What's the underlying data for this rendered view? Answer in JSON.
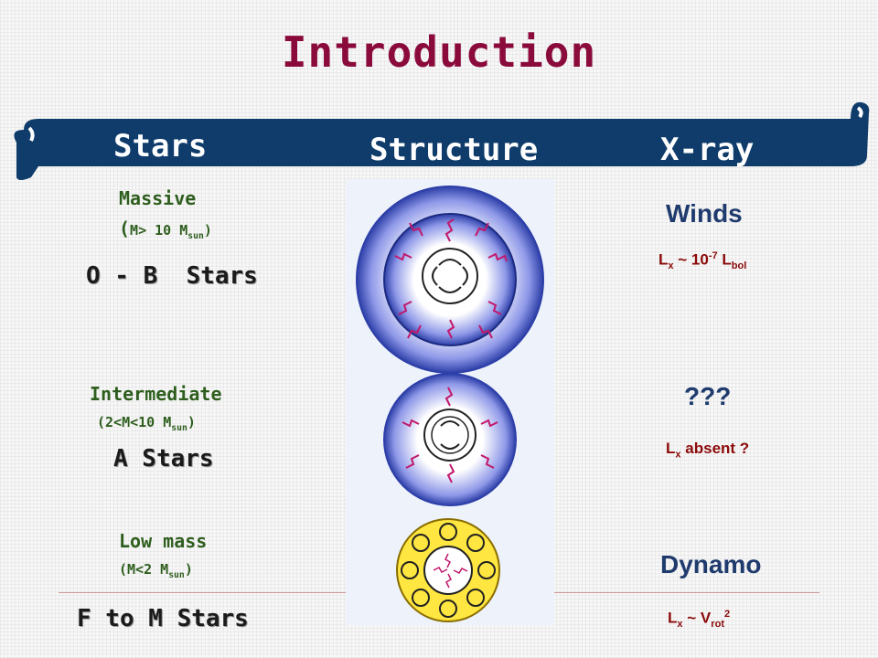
{
  "slide": {
    "title": "Introduction",
    "header": {
      "stars": "Stars",
      "structure": "Structure",
      "xray": "X-ray"
    },
    "rows": [
      {
        "mass_label": "Massive",
        "mass_open": "(",
        "mass_range": "M> 10 M",
        "mass_sub": "sun",
        "mass_close": ")",
        "star_class": "O - B  Stars",
        "xray_name": "Winds",
        "xray_lx": "L",
        "xray_lx_sub": "x",
        "xray_rel": " ~ 10",
        "xray_sup": "-7",
        "xray_tail": " L",
        "xray_tail_sub": "bol"
      },
      {
        "mass_label": "Intermediate",
        "mass_range": "(2<M<10 M",
        "mass_sub": "sun",
        "mass_close": ")",
        "star_class": "A Stars",
        "xray_name": "???",
        "xray_lx": "L",
        "xray_lx_sub": "x",
        "xray_rel": " absent ?"
      },
      {
        "mass_label": "Low mass",
        "mass_range": "(M<2 M",
        "mass_sub": "sun",
        "mass_close": ")",
        "star_class": "F to M Stars",
        "xray_name": "Dynamo",
        "xray_lx": "L",
        "xray_lx_sub": "x",
        "xray_rel": " ~ V",
        "xray_v_sub": "rot",
        "xray_sup": "2"
      }
    ],
    "colors": {
      "title": "#8b0a3c",
      "banner": "#0f3c6b",
      "mass_text": "#2e5e1e",
      "xray_name": "#1f3b6e",
      "xray_formula": "#8b0a0a",
      "envelope_outer": "#2d3fa8",
      "envelope_inner": "#cfd3ff",
      "core_yellow": "#ffe640"
    }
  }
}
